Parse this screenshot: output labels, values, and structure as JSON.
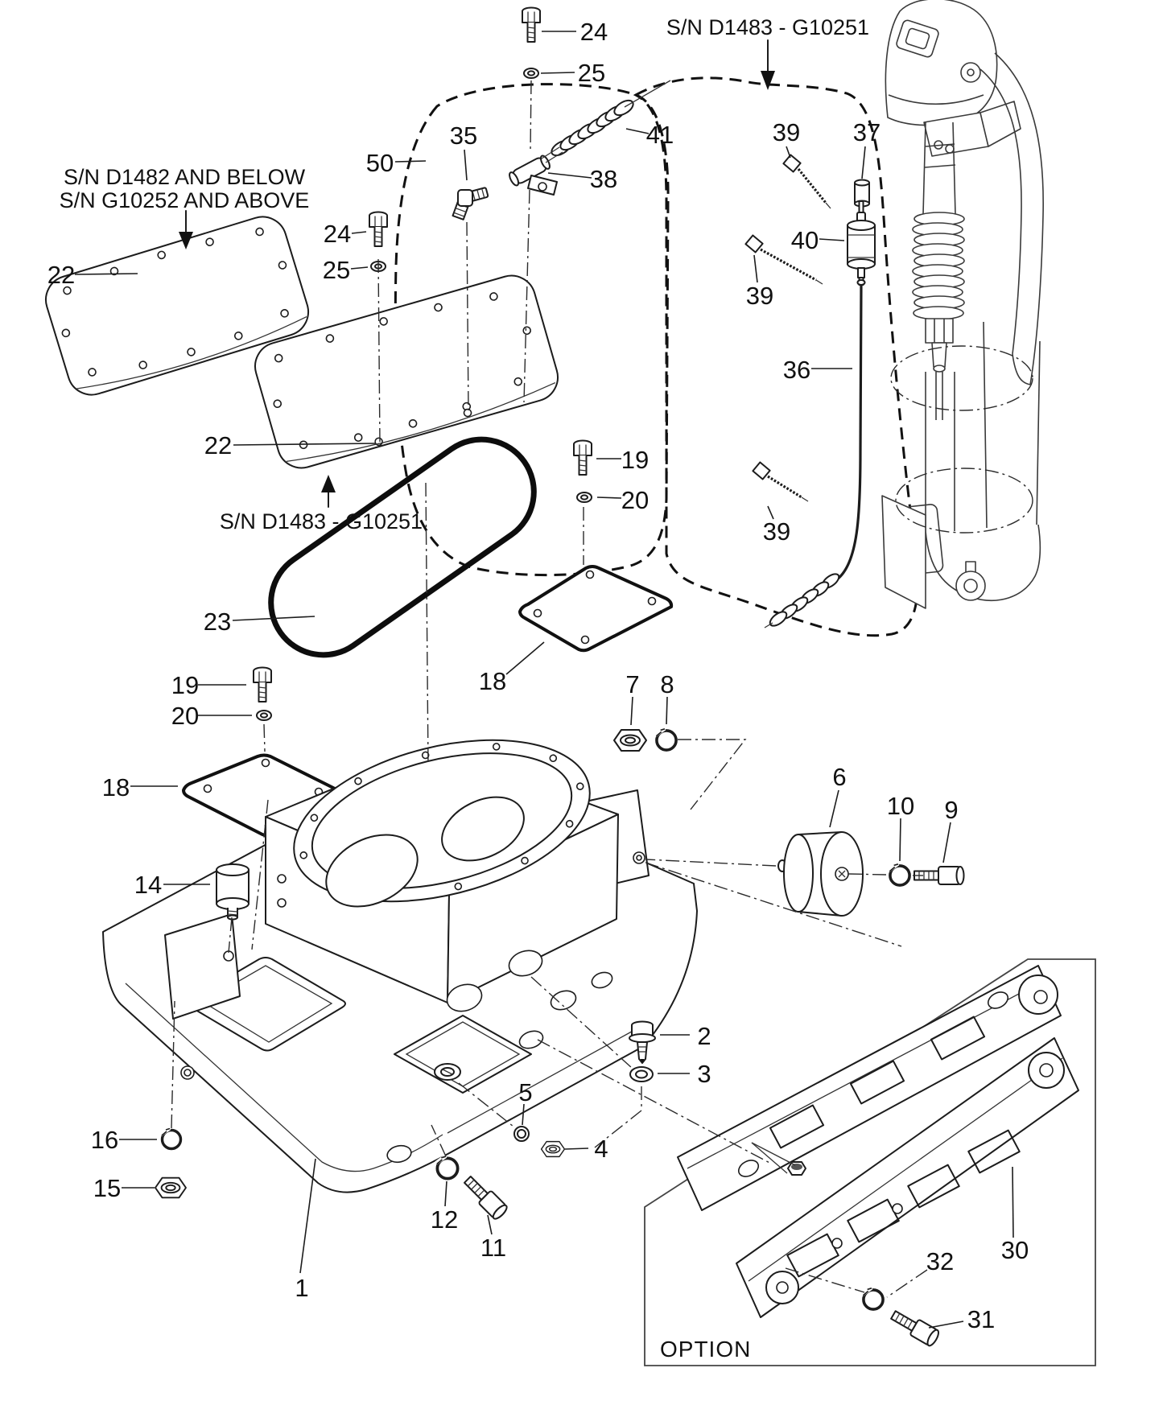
{
  "notes": {
    "left_line1": "S/N D1482 AND BELOW",
    "left_line2": "S/N G10252 AND ABOVE",
    "top_serial": "S/N D1483 - G10251",
    "mid_serial": "S/N D1483 - G10251",
    "option": "OPTION"
  },
  "callouts": {
    "n1": "1",
    "n2": "2",
    "n3": "3",
    "n4": "4",
    "n5": "5",
    "n6": "6",
    "n7": "7",
    "n8": "8",
    "n9": "9",
    "n10": "10",
    "n11": "11",
    "n12": "12",
    "n14": "14",
    "n15": "15",
    "n16": "16",
    "n18L": "18",
    "n18R": "18",
    "n19L": "19",
    "n19R": "19",
    "n20L": "20",
    "n20R": "20",
    "n22a": "22",
    "n22b": "22",
    "n23": "23",
    "n24t": "24",
    "n24l": "24",
    "n25t": "25",
    "n25l": "25",
    "n30": "30",
    "n31": "31",
    "n32": "32",
    "n35": "35",
    "n36": "36",
    "n37": "37",
    "n38": "38",
    "n39a": "39",
    "n39b": "39",
    "n39c": "39",
    "n40": "40",
    "n41": "41",
    "n50": "50"
  }
}
